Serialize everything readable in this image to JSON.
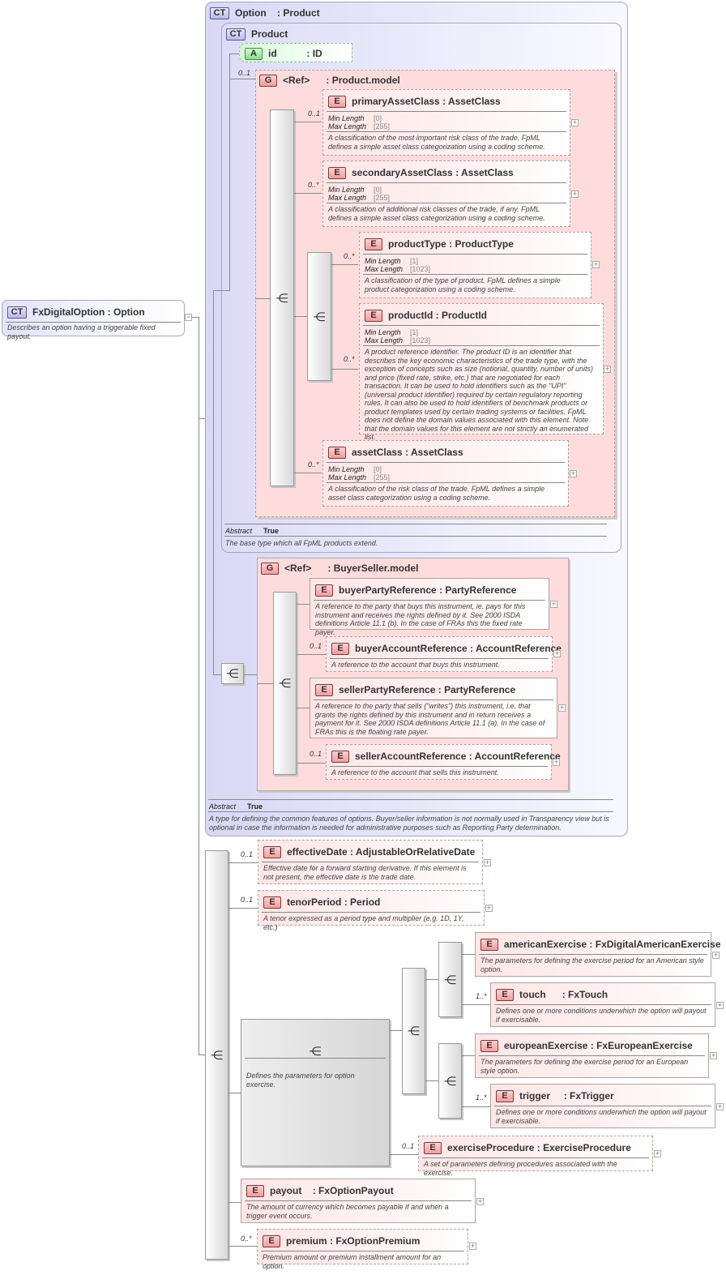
{
  "root": {
    "badge": "CT",
    "name": "FxDigitalOption",
    "type": ": Option",
    "description": "Describes an option having a triggerable fixed payout."
  },
  "option": {
    "badge": "CT",
    "name": "Option",
    "type": ": Product",
    "abstract_label": "Abstract",
    "abstract_value": "True",
    "description": "A type for defining the common features of options. Buyer/seller information is not normally used in Transparency view but is optional in case the information is needed for administrative purposes such as Reporting Party determination."
  },
  "product": {
    "badge": "CT",
    "name": "Product",
    "abstract_label": "Abstract",
    "abstract_value": "True",
    "description": "The base type which all FpML products extend.",
    "id_attr": {
      "badge": "A",
      "name": "id",
      "type": ": ID"
    },
    "model": {
      "badge": "G",
      "name": "<Ref>",
      "type": ": Product.model",
      "cardinality": "0..1"
    }
  },
  "facet_labels": {
    "min": "Min Length",
    "max": "Max Length"
  },
  "product_elements": {
    "primaryAssetClass": {
      "badge": "E",
      "name": "primaryAssetClass",
      "type": ": AssetClass",
      "card": "0..1",
      "min": "[0]",
      "max": "[255]",
      "desc": "A classification of the most important risk class of the trade. FpML defines a simple asset class categorization using a coding scheme."
    },
    "secondaryAssetClass": {
      "badge": "E",
      "name": "secondaryAssetClass",
      "type": ": AssetClass",
      "card": "0..*",
      "min": "[0]",
      "max": "[255]",
      "desc": "A classification of additional risk classes of the trade, if any. FpML defines a simple asset class categorization using a coding scheme."
    },
    "productType": {
      "badge": "E",
      "name": "productType",
      "type": ": ProductType",
      "card": "0..*",
      "min": "[1]",
      "max": "[1023]",
      "desc": "A classification of the type of product. FpML defines a simple product categorization using a coding scheme."
    },
    "productId": {
      "badge": "E",
      "name": "productId",
      "type": ": ProductId",
      "card": "0..*",
      "min": "[1]",
      "max": "[1023]",
      "desc": "A product reference identifier. The product ID is an identifier that describes the key economic characteristics of the trade type, with the exception of concepts such as size (notional, quantity, number of units) and price (fixed rate, strike, etc.) that are negotiated for each transaction. It can be used to hold identifiers such as the \"UPI\" (universal product identifier) required by certain regulatory reporting rules. It can also be used to hold identifiers of benchmark products or product templates used by certain trading systems or facilities. FpML does not define the domain values associated with this element. Note that the domain values for this element are not strictly an enumerated list."
    },
    "assetClass": {
      "badge": "E",
      "name": "assetClass",
      "type": ": AssetClass",
      "card": "0..*",
      "min": "[0]",
      "max": "[255]",
      "desc": "A classification of the risk class of the trade. FpML defines a simple asset class categorization using a coding scheme."
    }
  },
  "buyer_seller": {
    "badge": "G",
    "name": "<Ref>",
    "type": ": BuyerSeller.model",
    "buyerPartyReference": {
      "badge": "E",
      "name": "buyerPartyReference",
      "type": ": PartyReference",
      "card": "",
      "desc": "A reference to the party that buys this instrument, ie. pays for this instrument and receives the rights defined by it. See 2000 ISDA definitions Article 11.1 (b). In the case of FRAs this the fixed rate payer."
    },
    "buyerAccountReference": {
      "badge": "E",
      "name": "buyerAccountReference",
      "type": ": AccountReference",
      "card": "0..1",
      "desc": "A reference to the account that buys this instrument."
    },
    "sellerPartyReference": {
      "badge": "E",
      "name": "sellerPartyReference",
      "type": ": PartyReference",
      "card": "",
      "desc": "A reference to the party that sells (\"writes\") this instrument, i.e. that grants the rights defined by this instrument and in return receives a payment for it. See 2000 ISDA definitions Article 11.1 (a). In the case of FRAs this is the floating rate payer."
    },
    "sellerAccountReference": {
      "badge": "E",
      "name": "sellerAccountReference",
      "type": ": AccountReference",
      "card": "0..1",
      "desc": "A reference to the account that sells this instrument."
    }
  },
  "lower": {
    "effectiveDate": {
      "badge": "E",
      "name": "effectiveDate",
      "type": ": AdjustableOrRelativeDate",
      "card": "0..1",
      "desc": "Effective date for a forward starting derivative. If this element is not present, the effective date is the trade date."
    },
    "tenorPeriod": {
      "badge": "E",
      "name": "tenorPeriod",
      "type": ": Period",
      "card": "0..1",
      "desc": "A tenor expressed as a period type and multiplier (e.g. 1D, 1Y, etc.)"
    },
    "exercise_group_desc": "Defines the parameters for option exercise.",
    "americanExercise": {
      "badge": "E",
      "name": "americanExercise",
      "type": ": FxDigitalAmericanExercise",
      "card": "",
      "desc": "The parameters for defining the exercise period for an American style option."
    },
    "touch": {
      "badge": "E",
      "name": "touch",
      "type": ": FxTouch",
      "card": "1..*",
      "desc": "Defines one or more conditions underwhich the option will payout if exercisable."
    },
    "europeanExercise": {
      "badge": "E",
      "name": "europeanExercise",
      "type": ": FxEuropeanExercise",
      "card": "",
      "desc": "The parameters for defining the exercise period for an European style option."
    },
    "trigger": {
      "badge": "E",
      "name": "trigger",
      "type": ": FxTrigger",
      "card": "1..*",
      "desc": "Defines one or more conditions underwhich the option will payout if exercisable."
    },
    "exerciseProcedure": {
      "badge": "E",
      "name": "exerciseProcedure",
      "type": ": ExerciseProcedure",
      "card": "0..1",
      "desc": "A set of parameters defining procedures associated with the exercise."
    },
    "payout": {
      "badge": "E",
      "name": "payout",
      "type": ": FxOptionPayout",
      "card": "",
      "desc": "The amount of currency which becomes payable if and when a trigger event occurs."
    },
    "premium": {
      "badge": "E",
      "name": "premium",
      "type": ": FxOptionPremium",
      "card": "0..*",
      "desc": "Premium amount or premium installment amount for an option."
    }
  },
  "icons": {
    "sequence": "sequence-icon",
    "choice": "choice-icon",
    "expand": "expand-plus-icon"
  }
}
